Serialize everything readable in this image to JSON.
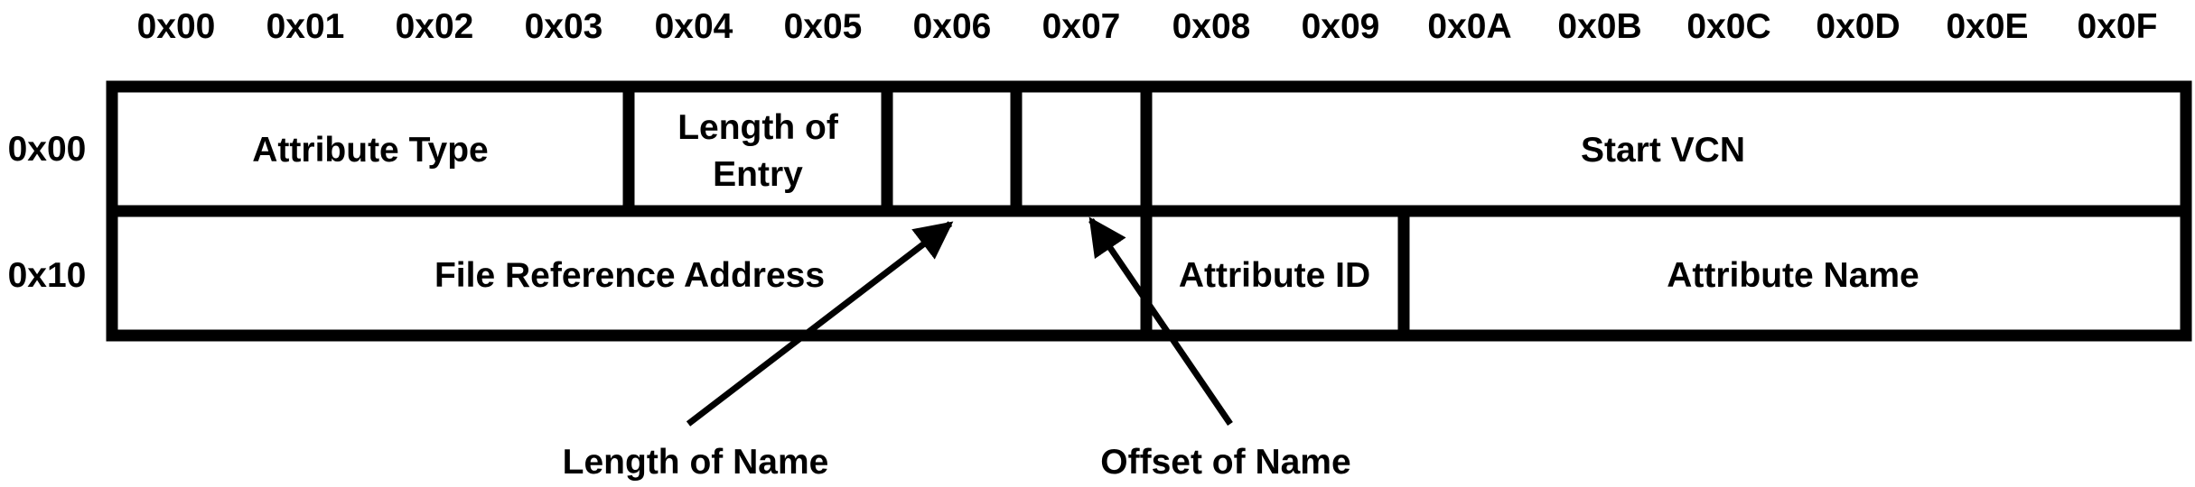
{
  "column_headers": [
    "0x00",
    "0x01",
    "0x02",
    "0x03",
    "0x04",
    "0x05",
    "0x06",
    "0x07",
    "0x08",
    "0x09",
    "0x0A",
    "0x0B",
    "0x0C",
    "0x0D",
    "0x0E",
    "0x0F"
  ],
  "row_labels": [
    "0x00",
    "0x10"
  ],
  "row0_fields": {
    "attribute_type": "Attribute Type",
    "length_of_entry_line1": "Length of",
    "length_of_entry_line2": "Entry",
    "start_vcn": "Start VCN"
  },
  "row1_fields": {
    "file_reference_address": "File Reference Address",
    "attribute_id": "Attribute ID",
    "attribute_name": "Attribute Name"
  },
  "annotations": {
    "length_of_name": "Length of Name",
    "offset_of_name": "Offset of Name"
  },
  "colors": {
    "ink": "#000000",
    "background": "#ffffff"
  }
}
